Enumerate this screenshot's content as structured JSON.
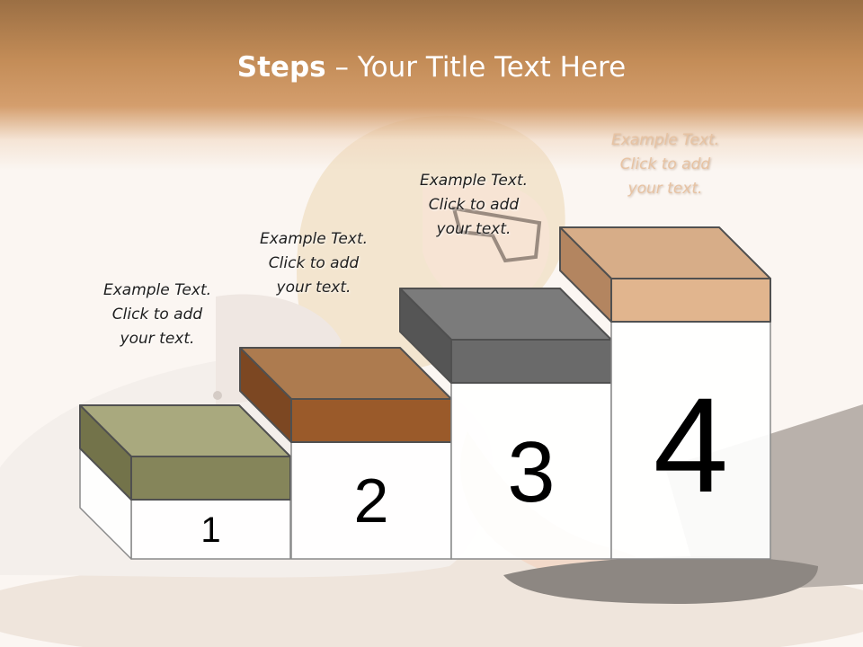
{
  "title": {
    "bold": "Steps",
    "rest": " – Your Title Text Here"
  },
  "steps": [
    {
      "number": "1",
      "caption": [
        "Example Text.",
        "Click  to add",
        "your text."
      ],
      "colors": {
        "top": "#a9a97e",
        "front": "#85855a",
        "side": "#73734a"
      }
    },
    {
      "number": "2",
      "caption": [
        "Example Text.",
        "Click  to add",
        "your text."
      ],
      "colors": {
        "top": "#ad7b4f",
        "front": "#9a5a2a",
        "side": "#7c4722"
      }
    },
    {
      "number": "3",
      "caption": [
        "Example Text.",
        "Click  to add",
        "your text."
      ],
      "colors": {
        "top": "#7b7b7b",
        "front": "#6a6a6a",
        "side": "#555555"
      }
    },
    {
      "number": "4",
      "caption": [
        "Example Text.",
        "Click  to add",
        "your text."
      ],
      "colors": {
        "top": "#d7ad88",
        "front": "#e1b58e",
        "side": "#b38560"
      }
    }
  ]
}
